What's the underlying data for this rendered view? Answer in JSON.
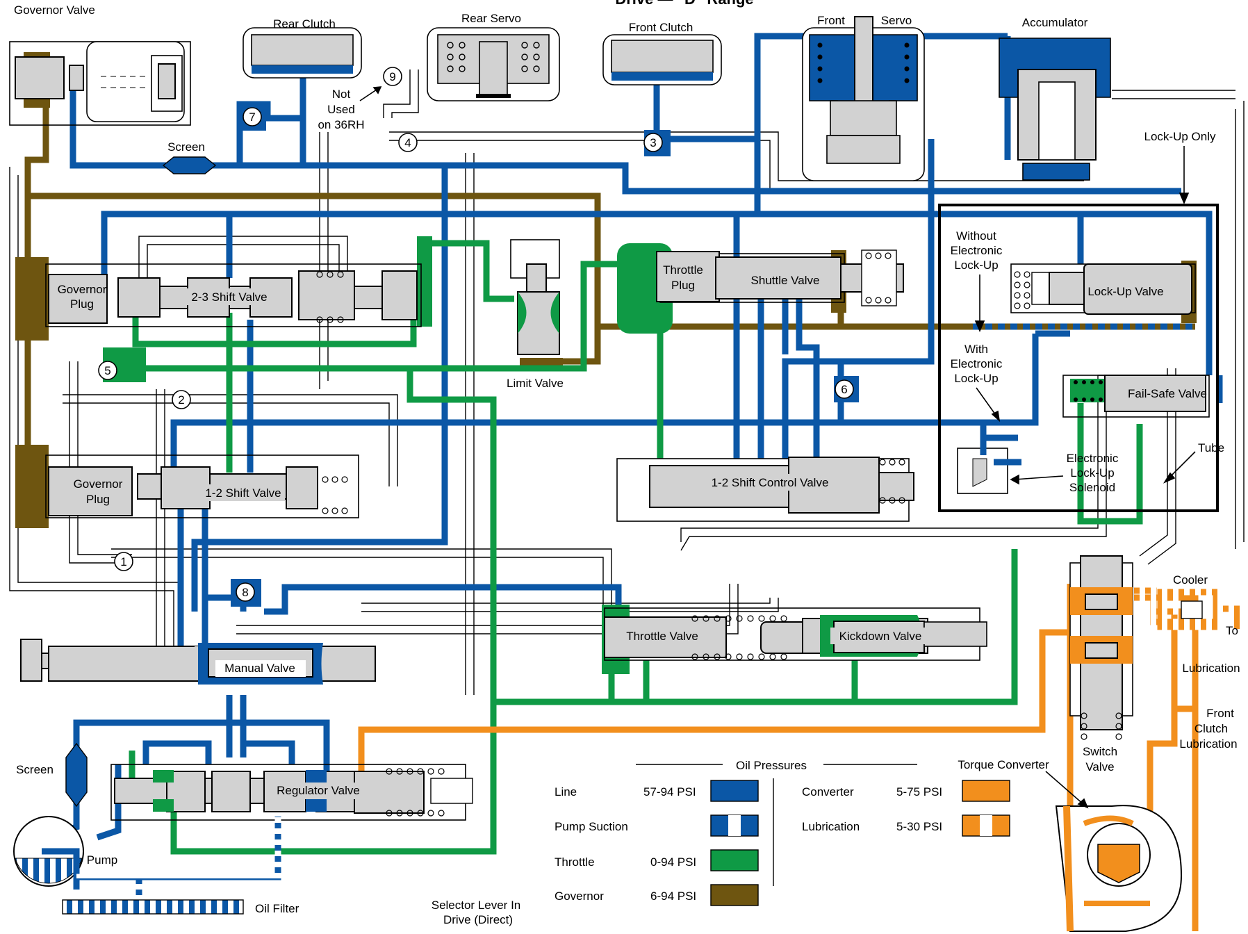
{
  "title": "Drive — \"D\" Range",
  "components": {
    "governor_valve": "Governor Valve",
    "rear_clutch": "Rear Clutch",
    "rear_servo": "Rear Servo",
    "front_clutch": "Front Clutch",
    "front": "Front",
    "servo": "Servo",
    "accumulator": "Accumulator",
    "screen_top": "Screen",
    "not_used_1": "Not",
    "not_used_2": "Used",
    "not_used_3": "on 36RH",
    "lock_up_only": "Lock-Up Only",
    "without_elu_1": "Without",
    "without_elu_2": "Electronic",
    "without_elu_3": "Lock-Up",
    "with_elu_1": "With",
    "with_elu_2": "Electronic",
    "with_elu_3": "Lock-Up",
    "governor_plug_upper_1": "Governor",
    "governor_plug_upper_2": "Plug",
    "shift_23": "2-3 Shift Valve",
    "limit_valve": "Limit Valve",
    "throttle_plug_1": "Throttle",
    "throttle_plug_2": "Plug",
    "shuttle_valve": "Shuttle Valve",
    "lock_up_valve": "Lock-Up Valve",
    "fail_safe_valve": "Fail-Safe Valve",
    "tube": "Tube",
    "solenoid_1": "Electronic",
    "solenoid_2": "Lock-Up",
    "solenoid_3": "Solenoid",
    "governor_plug_lower_1": "Governor",
    "governor_plug_lower_2": "Plug",
    "shift_12": "1-2 Shift Valve",
    "shift_control_12": "1-2 Shift Control Valve",
    "cooler": "Cooler",
    "to_lub_1": "To",
    "to_lub_2": "Lubrication",
    "throttle_valve": "Throttle Valve",
    "kickdown_valve": "Kickdown Valve",
    "manual_valve": "Manual Valve",
    "front_clutch_lub_1": "Front",
    "front_clutch_lub_2": "Clutch",
    "front_clutch_lub_3": "Lubrication",
    "switch_valve_1": "Switch",
    "switch_valve_2": "Valve",
    "screen_bottom": "Screen",
    "regulator_valve": "Regulator Valve",
    "torque_converter": "Torque Converter",
    "pump": "Pump",
    "oil_filter": "Oil Filter",
    "selector_1": "Selector Lever In",
    "selector_2": "Drive (Direct)"
  },
  "check_balls": [
    "1",
    "2",
    "3",
    "4",
    "5",
    "6",
    "7",
    "8",
    "9"
  ],
  "legend": {
    "title": "Oil Pressures",
    "items": [
      {
        "label": "Line",
        "psi": "57-94 PSI",
        "color": "#0b57a6",
        "pattern": "solid"
      },
      {
        "label": "Pump Suction",
        "psi": "",
        "color": "#0b57a6",
        "pattern": "striped"
      },
      {
        "label": "Throttle",
        "psi": "0-94 PSI",
        "color": "#0f9a45",
        "pattern": "solid"
      },
      {
        "label": "Governor",
        "psi": "6-94 PSI",
        "color": "#6e5510",
        "pattern": "solid"
      },
      {
        "label": "Converter",
        "psi": "5-75 PSI",
        "color": "#f28f1d",
        "pattern": "solid"
      },
      {
        "label": "Lubrication",
        "psi": "5-30 PSI",
        "color": "#f28f1d",
        "pattern": "striped"
      }
    ]
  },
  "colors": {
    "line": "#0b57a6",
    "throttle": "#0f9a45",
    "governor": "#6e5510",
    "converter": "#f28f1d",
    "valve": "#d2d2d2"
  }
}
